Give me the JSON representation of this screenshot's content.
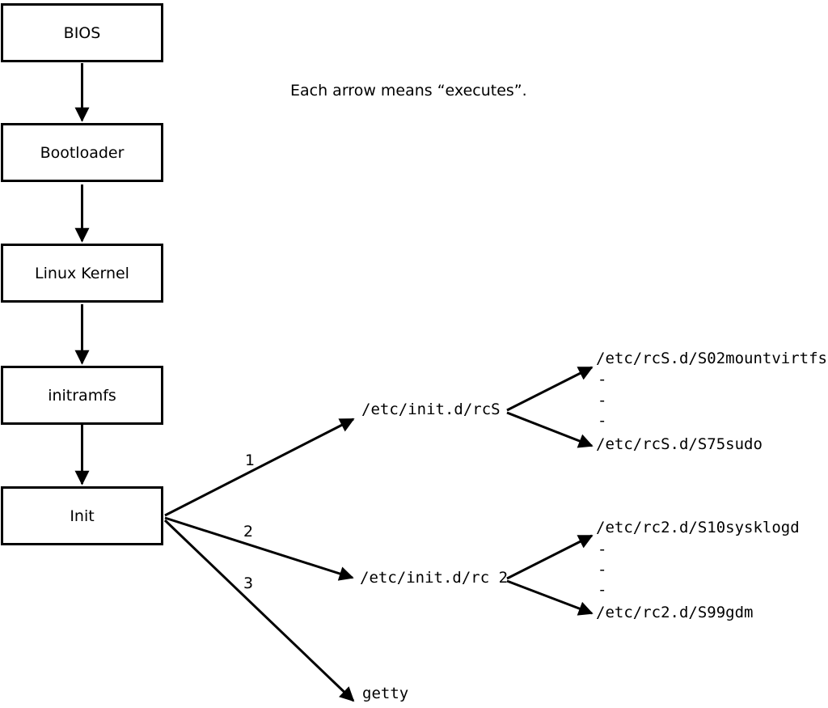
{
  "note": "Each arrow means “executes”.",
  "colors": {
    "line": "#000000",
    "background": "#ffffff"
  },
  "boot_chain": {
    "boxes": [
      {
        "label": "BIOS"
      },
      {
        "label": "Bootloader"
      },
      {
        "label": "Linux Kernel"
      },
      {
        "label": "initramfs"
      },
      {
        "label": "Init"
      }
    ]
  },
  "init_branches": {
    "labels": [
      "1",
      "2",
      "3"
    ],
    "targets": [
      {
        "label": "/etc/init.d/rcS"
      },
      {
        "label": "/etc/init.d/rc 2"
      },
      {
        "label": "getty"
      }
    ]
  },
  "rcS_children": {
    "first": "/etc/rcS.d/S02mountvirtfs",
    "ellipsis1": "-",
    "ellipsis2": "-",
    "ellipsis3": "-",
    "last": "/etc/rcS.d/S75sudo"
  },
  "rc2_children": {
    "first": "/etc/rc2.d/S10sysklogd",
    "ellipsis1": "-",
    "ellipsis2": "-",
    "ellipsis3": "-",
    "last": "/etc/rc2.d/S99gdm"
  }
}
